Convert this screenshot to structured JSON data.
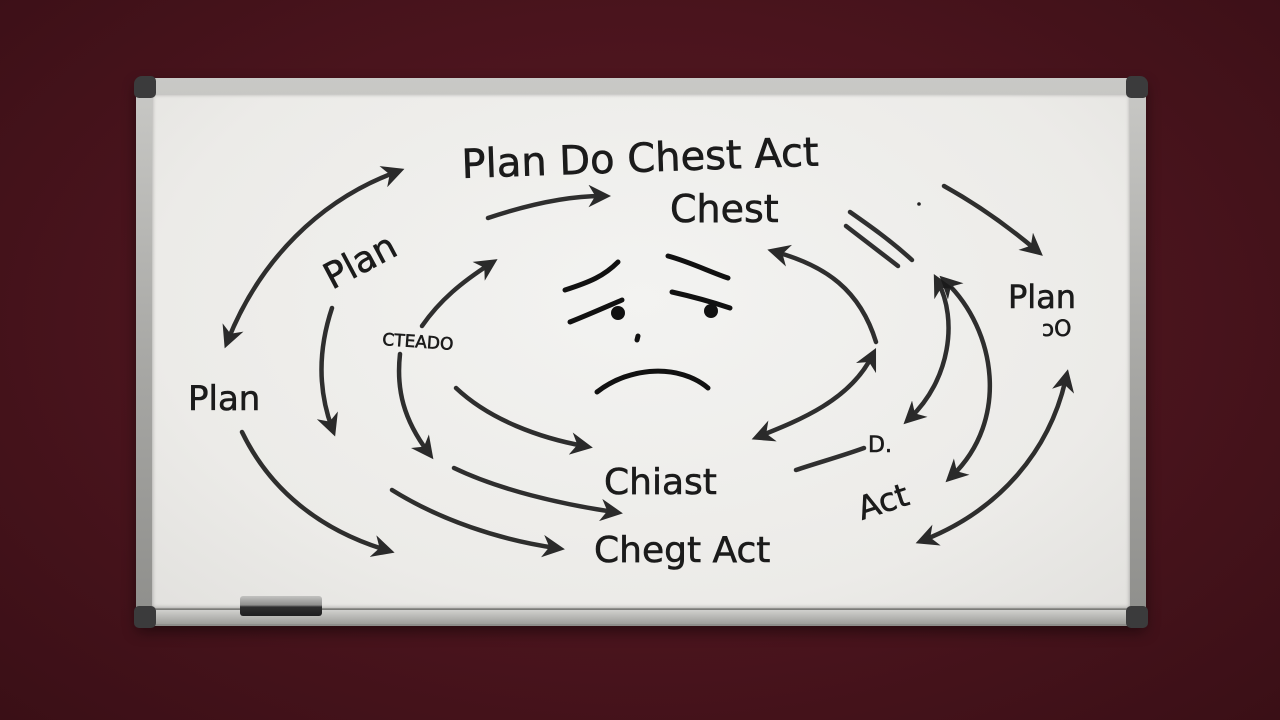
{
  "scene": {
    "wall_color": "#4a141d",
    "board_surface_color": "#efeeeb",
    "frame_color": "#a9a9a6",
    "ink_color": "#1b1b1b"
  },
  "whiteboard": {
    "title": "Plan Do Chest Act",
    "labels": {
      "chest_top": "Chest",
      "plan_upper_left": "Plan",
      "plan_left": "Plan",
      "cteado": "CTEADO",
      "plan_right": "Plan",
      "plan_right_sub": "ɔO",
      "chiast": "Chiast",
      "d_dot": "D.",
      "act_right": "Act",
      "chegt_act": "Chegt Act"
    },
    "face": {
      "expression": "sad"
    },
    "eraser": {
      "present": true
    }
  }
}
